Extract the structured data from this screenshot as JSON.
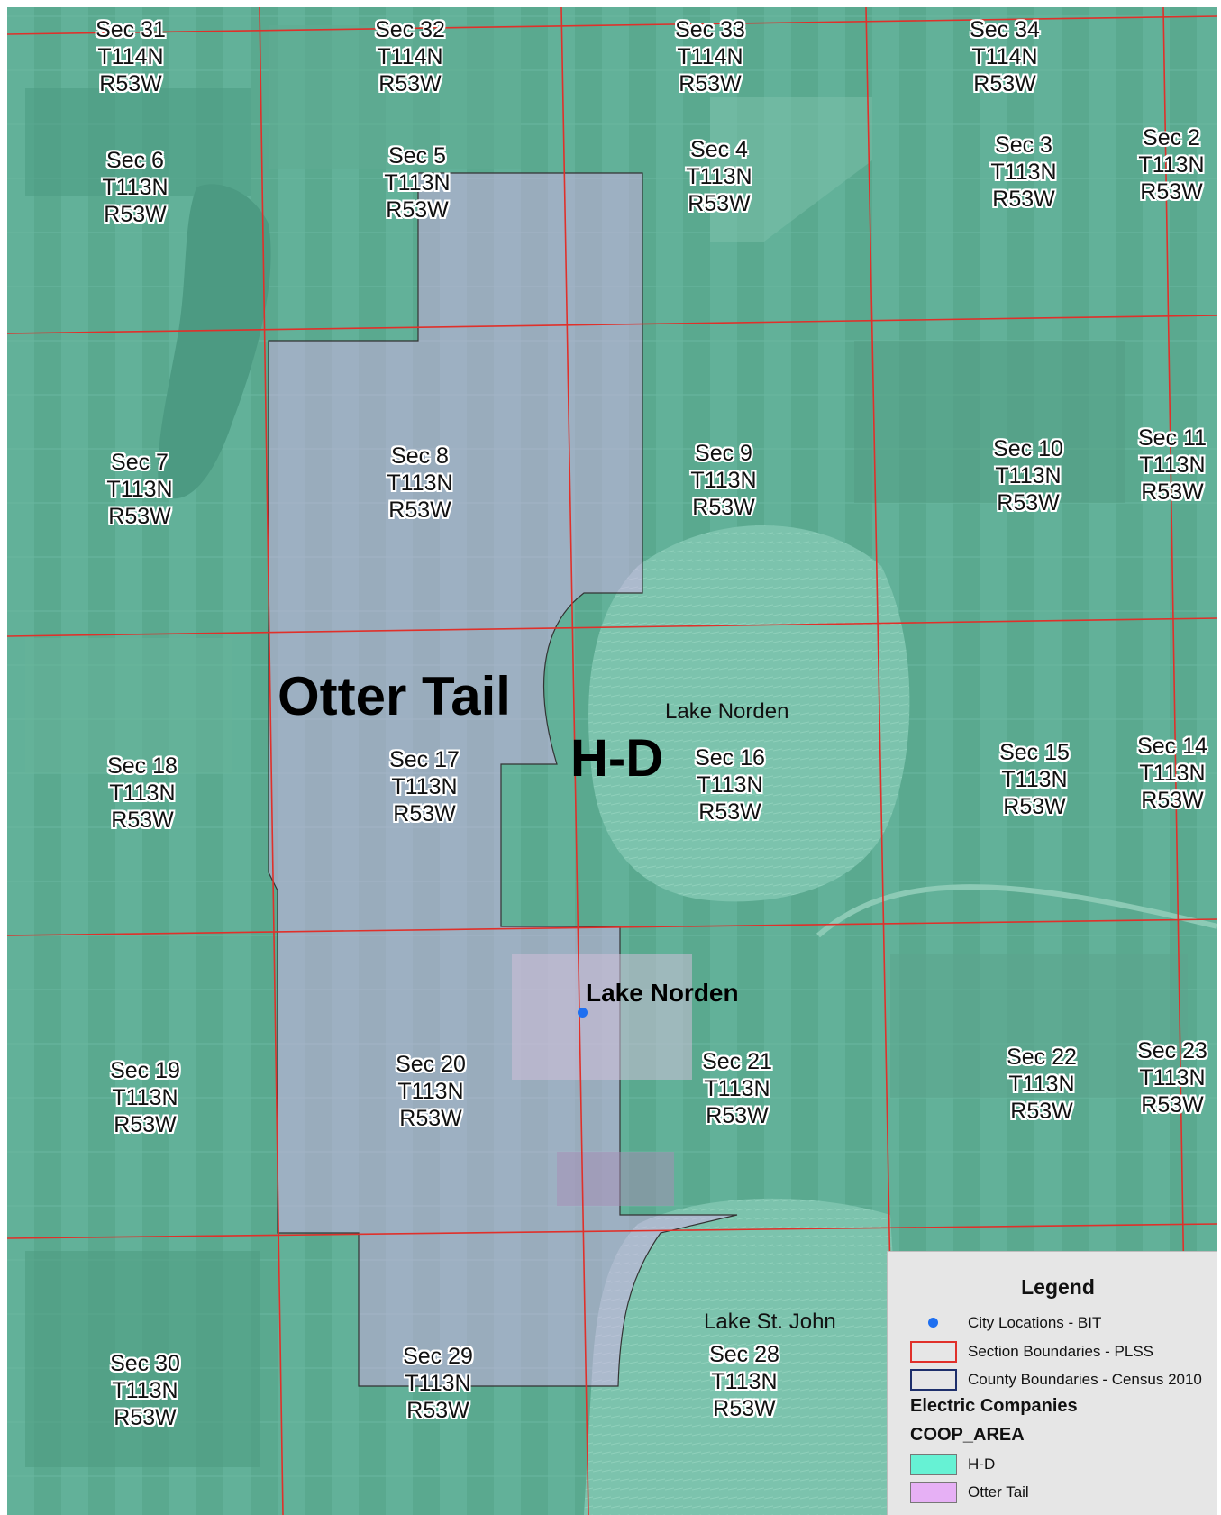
{
  "sections": [
    {
      "sec": "Sec 31",
      "t": "T114N",
      "r": "R53W"
    },
    {
      "sec": "Sec 32",
      "t": "T114N",
      "r": "R53W"
    },
    {
      "sec": "Sec 33",
      "t": "T114N",
      "r": "R53W"
    },
    {
      "sec": "Sec 34",
      "t": "T114N",
      "r": "R53W"
    },
    {
      "sec": "Sec 6",
      "t": "T113N",
      "r": "R53W"
    },
    {
      "sec": "Sec 5",
      "t": "T113N",
      "r": "R53W"
    },
    {
      "sec": "Sec 4",
      "t": "T113N",
      "r": "R53W"
    },
    {
      "sec": "Sec 3",
      "t": "T113N",
      "r": "R53W"
    },
    {
      "sec": "Sec 2",
      "t": "T113N",
      "r": "R53W"
    },
    {
      "sec": "Sec 7",
      "t": "T113N",
      "r": "R53W"
    },
    {
      "sec": "Sec 8",
      "t": "T113N",
      "r": "R53W"
    },
    {
      "sec": "Sec 9",
      "t": "T113N",
      "r": "R53W"
    },
    {
      "sec": "Sec 10",
      "t": "T113N",
      "r": "R53W"
    },
    {
      "sec": "Sec 11",
      "t": "T113N",
      "r": "R53W"
    },
    {
      "sec": "Sec 18",
      "t": "T113N",
      "r": "R53W"
    },
    {
      "sec": "Sec 17",
      "t": "T113N",
      "r": "R53W"
    },
    {
      "sec": "Sec 16",
      "t": "T113N",
      "r": "R53W"
    },
    {
      "sec": "Sec 15",
      "t": "T113N",
      "r": "R53W"
    },
    {
      "sec": "Sec 14",
      "t": "T113N",
      "r": "R53W"
    },
    {
      "sec": "Sec 19",
      "t": "T113N",
      "r": "R53W"
    },
    {
      "sec": "Sec 20",
      "t": "T113N",
      "r": "R53W"
    },
    {
      "sec": "Sec 21",
      "t": "T113N",
      "r": "R53W"
    },
    {
      "sec": "Sec 22",
      "t": "T113N",
      "r": "R53W"
    },
    {
      "sec": "Sec 23",
      "t": "T113N",
      "r": "R53W"
    },
    {
      "sec": "Sec 30",
      "t": "T113N",
      "r": "R53W"
    },
    {
      "sec": "Sec 29",
      "t": "T113N",
      "r": "R53W"
    },
    {
      "sec": "Sec 28",
      "t": "T113N",
      "r": "R53W"
    }
  ],
  "areas": {
    "otter_tail": "Otter Tail",
    "hd": "H-D"
  },
  "water": {
    "lake_norden": "Lake Norden",
    "lake_st_john": "Lake St. John"
  },
  "city": {
    "name": "Lake Norden"
  },
  "legend": {
    "title": "Legend",
    "city_locations": "City Locations - BIT",
    "section_boundaries": "Section Boundaries - PLSS",
    "county_boundaries": "County Boundaries - Census 2010",
    "electric_companies": "Electric Companies",
    "coop_area": "COOP_AREA",
    "hd": "H-D",
    "otter_tail": "Otter Tail"
  },
  "colors": {
    "hd_fill": "#66f2d4",
    "otter_tail_fill": "#e6b0f5",
    "section_line": "#e0302a",
    "county_line": "#1e2f6b",
    "city_point": "#1e6ff0"
  }
}
